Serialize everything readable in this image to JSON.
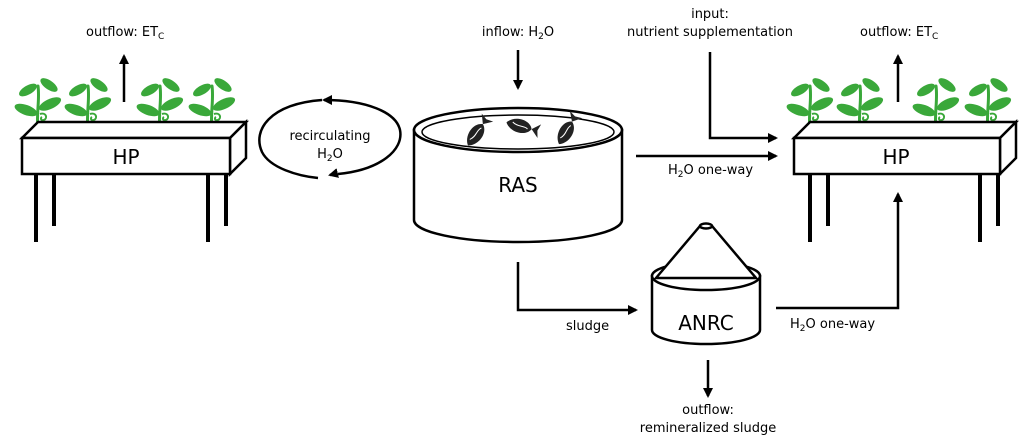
{
  "nodes": {
    "hp_left": "HP",
    "hp_right": "HP",
    "ras": "RAS",
    "anrc": "ANRC"
  },
  "labels": {
    "outflow_left": "outflow: ET",
    "outflow_left_sub": "C",
    "outflow_right": "outflow: ET",
    "outflow_right_sub": "C",
    "inflow": "inflow: H",
    "inflow_sub": "2",
    "inflow_end": "O",
    "input_line1": "input:",
    "input_line2": "nutrient supplementation",
    "recirc_line1": "recirculating",
    "recirc_line2": "H",
    "recirc_sub": "2",
    "recirc_end": "O",
    "oneway_top": "H",
    "oneway_top_sub": "2",
    "oneway_top_end": "O one-way",
    "oneway_bottom": "H",
    "oneway_bottom_sub": "2",
    "oneway_bottom_end": "O one-way",
    "sludge": "sludge",
    "outflow_bottom_line1": "outflow:",
    "outflow_bottom_line2": "remineralized sludge"
  },
  "colors": {
    "plant": "#3aa83a",
    "line": "#000000"
  }
}
